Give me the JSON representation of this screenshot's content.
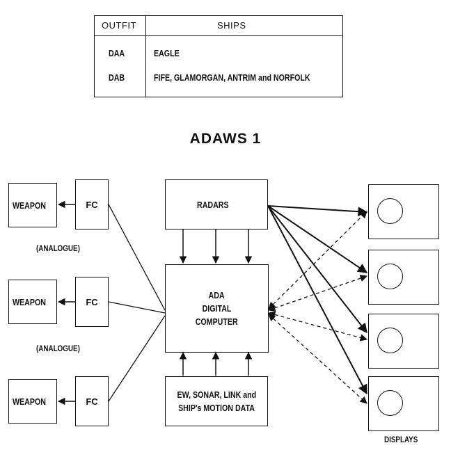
{
  "outfit_table": {
    "header_outfit": "OUTFIT",
    "header_ships": "SHIPS",
    "rows": [
      {
        "outfit": "DAA",
        "ships": "EAGLE"
      },
      {
        "outfit": "DAB",
        "ships": "FIFE, GLAMORGAN, ANTRIM and NORFOLK"
      }
    ]
  },
  "title": "ADAWS 1",
  "weapon_label": "WEAPON",
  "fc_label": "FC",
  "analogue_label": "(ANALOGUE)",
  "radars_label": "RADARS",
  "computer": {
    "line1": "ADA",
    "line2": "DIGITAL",
    "line3": "COMPUTER"
  },
  "inputs": {
    "line1": "EW, SONAR, LINK and",
    "line2": "SHIP's MOTION DATA"
  },
  "displays_label": "DISPLAYS"
}
